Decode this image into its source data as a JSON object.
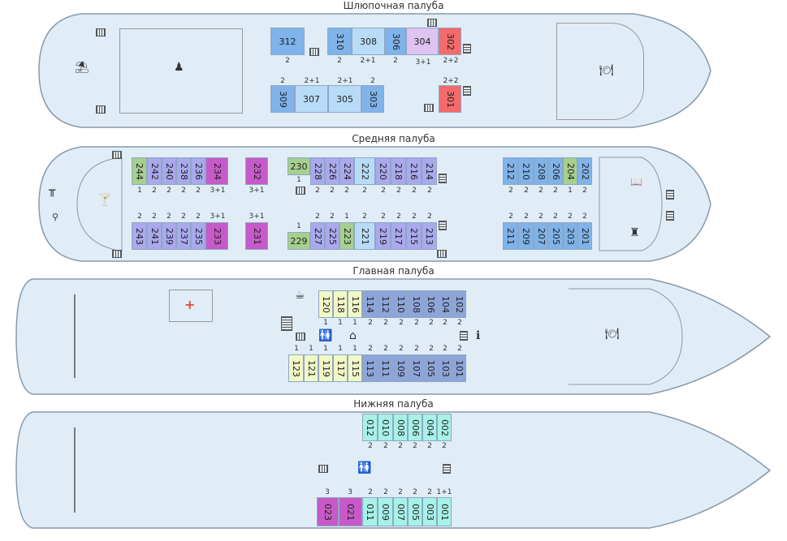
{
  "decks": {
    "boat": "Шлюпочная палуба",
    "middle": "Средняя палуба",
    "main": "Главная палуба",
    "lower": "Нижняя палуба"
  },
  "icons": {
    "sunbed": "⛱",
    "conference": "♟",
    "restaurant": "🍽",
    "table": "╥",
    "cocktail": "🍸",
    "smoking": "⚲",
    "library": "📖",
    "reception": "♜",
    "coffee": "☕",
    "wc": "🚻",
    "iron": "⌂",
    "info": "ℹ",
    "medical": "+"
  },
  "cabins": {
    "c312": "312",
    "c310": "310",
    "c308": "308",
    "c306": "306",
    "c304": "304",
    "c302": "302",
    "c309": "309",
    "c307": "307",
    "c305": "305",
    "c303": "303",
    "c301": "301",
    "c244": "244",
    "c242": "242",
    "c240": "240",
    "c238": "238",
    "c236": "236",
    "c234": "234",
    "c232": "232",
    "c230": "230",
    "c228": "228",
    "c226": "226",
    "c224": "224",
    "c222": "222",
    "c220": "220",
    "c218": "218",
    "c216": "216",
    "c214": "214",
    "c212": "212",
    "c210": "210",
    "c208": "208",
    "c206": "206",
    "c204": "204",
    "c202": "202",
    "c243": "243",
    "c241": "241",
    "c239": "239",
    "c237": "237",
    "c235": "235",
    "c233": "233",
    "c231": "231",
    "c229": "229",
    "c227": "227",
    "c225": "225",
    "c223": "223",
    "c221": "221",
    "c219": "219",
    "c217": "217",
    "c215": "215",
    "c213": "213",
    "c211": "211",
    "c209": "209",
    "c207": "207",
    "c205": "205",
    "c203": "203",
    "c201": "201",
    "c120": "120",
    "c118": "118",
    "c116": "116",
    "c114": "114",
    "c112": "112",
    "c110": "110",
    "c108": "108",
    "c106": "106",
    "c104": "104",
    "c102": "102",
    "c123": "123",
    "c121": "121",
    "c119": "119",
    "c117": "117",
    "c115": "115",
    "c113": "113",
    "c111": "111",
    "c109": "109",
    "c107": "107",
    "c105": "105",
    "c103": "103",
    "c101": "101",
    "c012": "012",
    "c010": "010",
    "c008": "008",
    "c006": "006",
    "c004": "004",
    "c002": "002",
    "c023": "023",
    "c021": "021",
    "c011": "011",
    "c009": "009",
    "c007": "007",
    "c005": "005",
    "c003": "003",
    "c001": "001"
  },
  "capacity": {
    "k1": "1",
    "k2": "2",
    "k21": "2+1",
    "k31": "3+1",
    "k22": "2+2",
    "k3": "3",
    "k11": "1+1"
  }
}
